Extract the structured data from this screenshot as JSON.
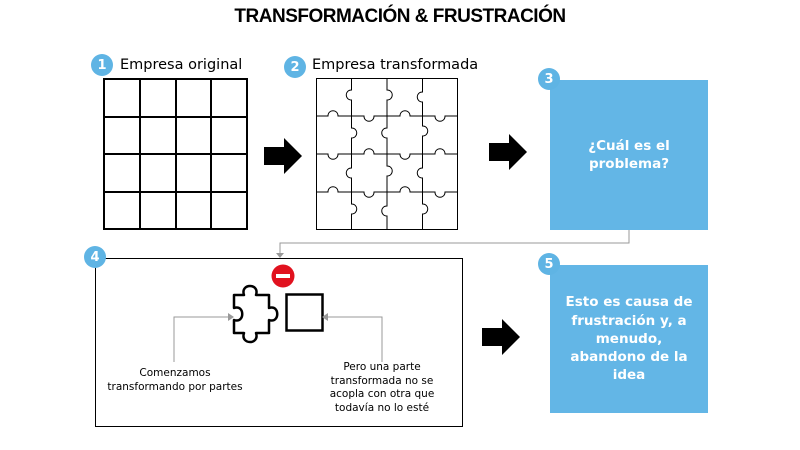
{
  "title": "TRANSFORMACIÓN & FRUSTRACIÓN",
  "steps": [
    {
      "number": "1",
      "label": "Empresa original"
    },
    {
      "number": "2",
      "label": "Empresa transformada"
    },
    {
      "number": "3",
      "text": "¿Cuál es el problema?"
    },
    {
      "number": "4",
      "captions": [
        "Comenzamos transformando por partes",
        "Pero una parte transformada no se acopla con otra que todavía no lo esté"
      ]
    },
    {
      "number": "5",
      "text": "Esto es causa de frustración y, a menudo, abandono de la idea"
    }
  ],
  "icons": [
    "no-entry-icon",
    "puzzle-piece-icon",
    "square-block-icon",
    "right-arrow-icon"
  ],
  "colors": {
    "accent": "#5fb4e4",
    "box": "#63b6e6",
    "stop": "#e1121f"
  }
}
